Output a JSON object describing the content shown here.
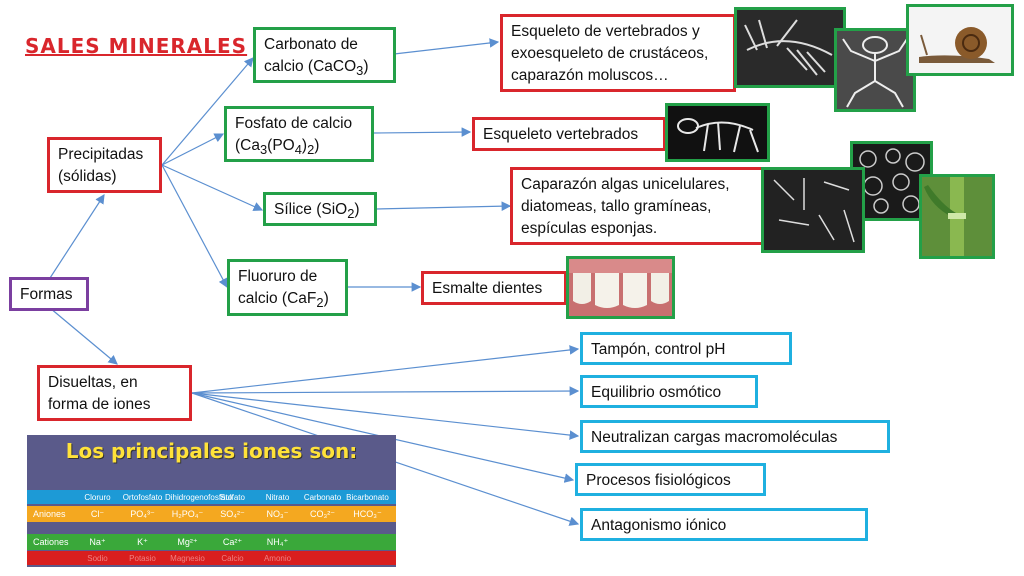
{
  "title": "SALES MINERALES",
  "nodes": {
    "formas": "Formas",
    "precipitadas": [
      "Precipitadas",
      "(sólidas)"
    ],
    "disueltas": [
      "Disueltas, en",
      "forma de iones"
    ],
    "carbonato": [
      "Carbonato de",
      "calcio (CaCO",
      "3",
      ")"
    ],
    "fosfato": [
      "Fosfato de calcio",
      "(Ca",
      "3",
      "(PO",
      "4",
      ")",
      "2",
      ")"
    ],
    "silice": [
      "Sílice (SiO",
      "2",
      ")"
    ],
    "fluoruro": [
      "Fluoruro de",
      "calcio (CaF",
      "2",
      ")"
    ],
    "esqueleto_vert_exo": [
      "Esqueleto de vertebrados y",
      "exoesqueleto de crustáceos,",
      "caparazón moluscos…"
    ],
    "esqueleto_vert": "Esqueleto vertebrados",
    "caparazon": [
      "Caparazón algas unicelulares,",
      "diatomeas, tallo gramíneas,",
      "espículas esponjas."
    ],
    "esmalte": "Esmalte dientes",
    "tampon": "Tampón, control pH",
    "equilibrio": "Equilibrio osmótico",
    "neutralizan": "Neutralizan cargas macromoléculas",
    "procesos": "Procesos fisiológicos",
    "antagonismo": "Antagonismo iónico"
  },
  "ions_table": {
    "title": "Los principales iones son:",
    "headers": [
      "Cloruro",
      "Ortofosfato",
      "Dihidrogenofosfato",
      "Sulfato",
      "Nitrato",
      "Carbonato",
      "Bicarbonato"
    ],
    "aniones_label": "Aniones",
    "aniones": [
      "Cl⁻",
      "PO₄³⁻",
      "H₂PO₄⁻",
      "SO₄²⁻",
      "NO₃⁻",
      "CO₃²⁻",
      "HCO₃⁻"
    ],
    "cationes_label": "Cationes",
    "cationes": [
      "Na⁺",
      "K⁺",
      "Mg²⁺",
      "Ca²⁺",
      "NH₄⁺"
    ],
    "cation_names": [
      "Sodio",
      "Potasio",
      "Magnesio",
      "Calcio",
      "Amonio"
    ]
  },
  "colors": {
    "red": "#d9262c",
    "green": "#23a048",
    "purple": "#7b3fa0",
    "cyan": "#1fb0e0",
    "arrow": "#5b8fd0"
  }
}
